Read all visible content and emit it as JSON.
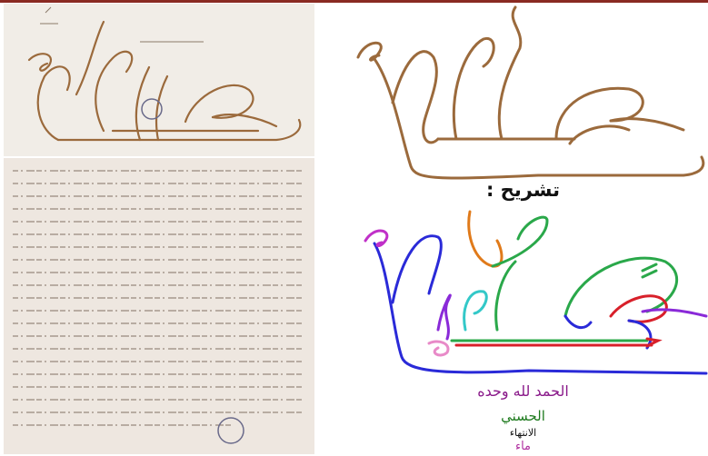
{
  "diagram": {
    "heading": "تشريح :",
    "legend": [
      {
        "text": "الحمد لله وحده",
        "color": "#8a1a8a"
      },
      {
        "text": "الحسني",
        "color": "#1d7a1d"
      },
      {
        "text": "الانتهاء",
        "color": "#111111"
      },
      {
        "text": "ماء",
        "color": "#b030a0"
      }
    ]
  },
  "colors": {
    "ink_brown": "#9b6a3c",
    "header_red": "#8a2a22",
    "stroke_blue": "#2a2ad8",
    "stroke_purple": "#8a2ad8",
    "stroke_orange": "#e07a1a",
    "stroke_green": "#2aa84a",
    "stroke_red": "#d8202a",
    "stroke_cyan": "#33c8c8",
    "stroke_pink": "#e88ac8",
    "stroke_magenta": "#c030c8"
  }
}
